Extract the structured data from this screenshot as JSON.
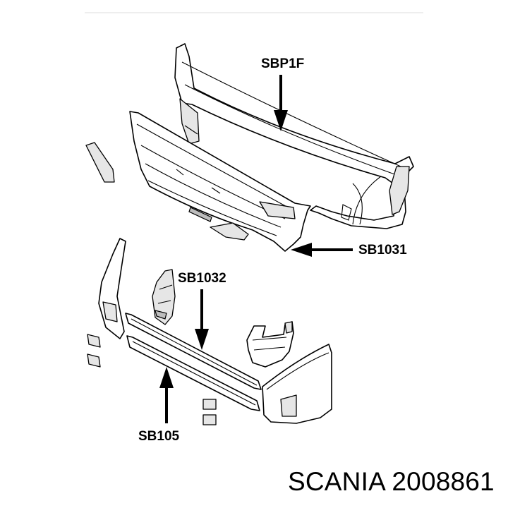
{
  "labels": {
    "sbp1f": "SBP1F",
    "sb1031": "SB1031",
    "sb1032": "SB1032",
    "sb105": "SB105"
  },
  "footer": {
    "text": "SCANIA 2008861"
  },
  "colors": {
    "line": "#000000",
    "fill_light": "#e6e6e6",
    "fill_dark": "#bdbdbd",
    "background": "#ffffff"
  }
}
